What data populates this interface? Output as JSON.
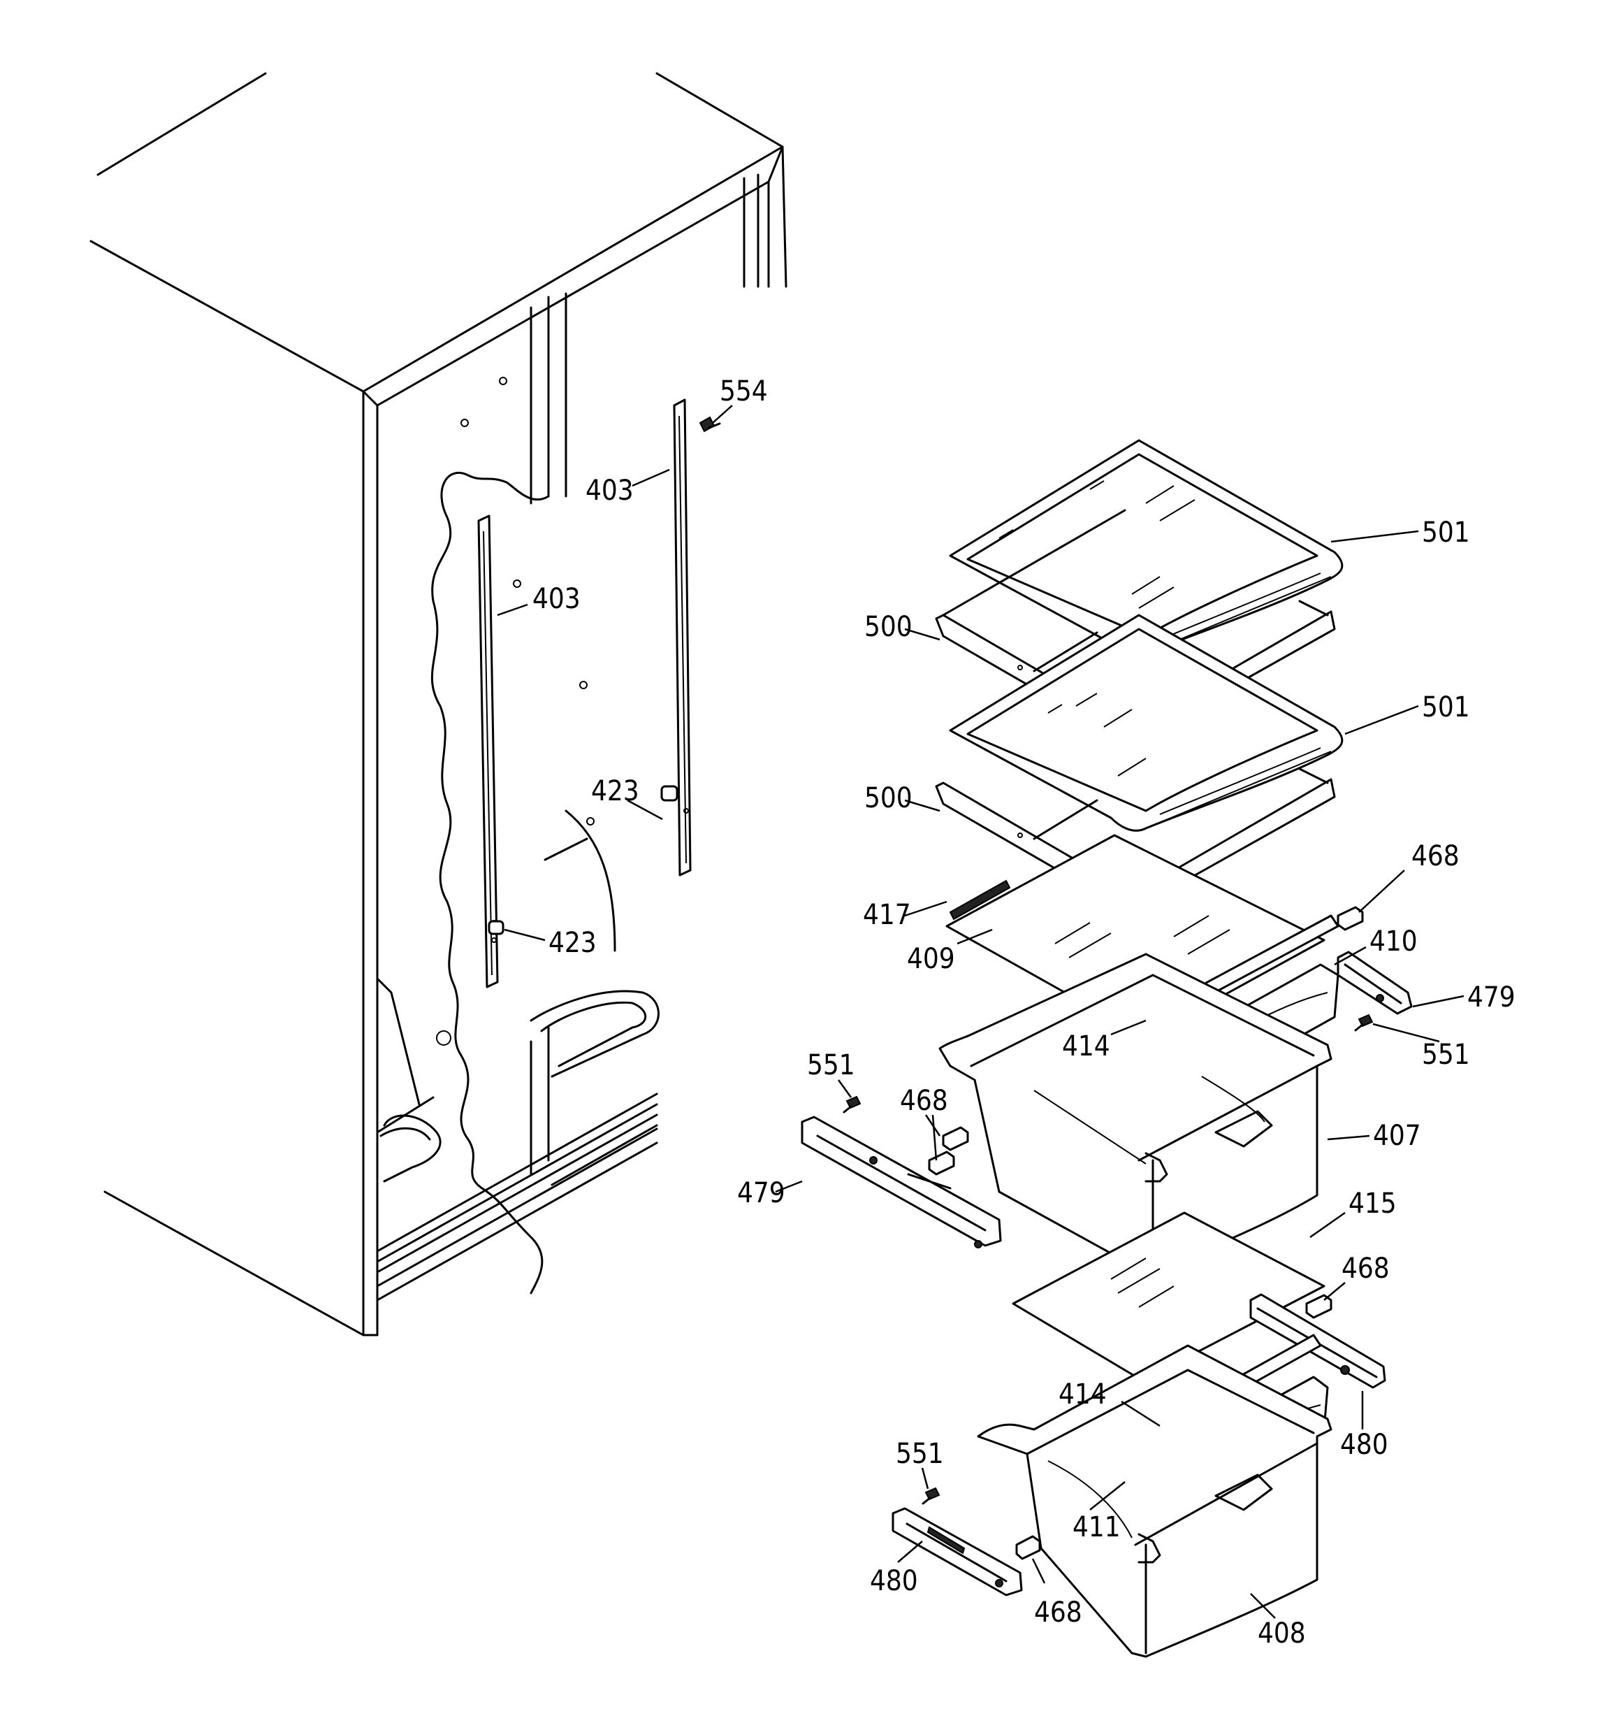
{
  "colors": {
    "ink": "#000000",
    "paper": "#ffffff"
  },
  "callouts": {
    "c554": "554",
    "c403a": "403",
    "c403b": "403",
    "c501a": "501",
    "c500a": "500",
    "c501b": "501",
    "c500b": "500",
    "c423a": "423",
    "c423b": "423",
    "c468a": "468",
    "c417": "417",
    "c410": "410",
    "c409": "409",
    "c479a": "479",
    "c551a": "551",
    "c414a": "414",
    "c551b": "551",
    "c468b": "468",
    "c407": "407",
    "c479b": "479",
    "c415": "415",
    "c468c": "468",
    "c414b": "414",
    "c480a": "480",
    "c551c": "551",
    "c411": "411",
    "c480b": "480",
    "c468d": "468",
    "c408": "408"
  }
}
